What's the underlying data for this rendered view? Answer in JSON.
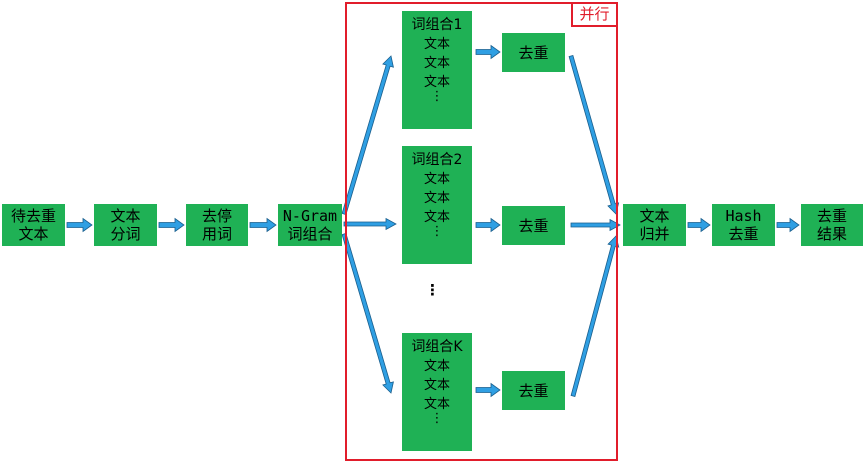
{
  "pipeline": {
    "input_text": [
      "待去重",
      "文本"
    ],
    "tokenize": [
      "文本",
      "分词"
    ],
    "stopwords": [
      "去停",
      "用词"
    ],
    "ngram": [
      "N-Gram",
      "词组合"
    ],
    "merge": [
      "文本",
      "归并"
    ],
    "hash_dedup": [
      "Hash",
      "去重"
    ],
    "result": [
      "去重",
      "结果"
    ]
  },
  "parallel": {
    "label": "并行",
    "groups": [
      {
        "title": "词组合1",
        "lines": [
          "文本",
          "文本",
          "文本"
        ],
        "dots": "⋮",
        "dedup": "去重"
      },
      {
        "title": "词组合2",
        "lines": [
          "文本",
          "文本",
          "文本"
        ],
        "dots": "⋮",
        "dedup": "去重"
      },
      {
        "title": "词组合K",
        "lines": [
          "文本",
          "文本",
          "文本"
        ],
        "dots": "⋮",
        "dedup": "去重"
      }
    ],
    "between_dots": "⋮"
  },
  "colors": {
    "box_fill": "#1fb155",
    "arrow_fill": "#2f9fe3",
    "arrow_stroke": "#1a5e8c",
    "frame": "#e11d2b"
  }
}
